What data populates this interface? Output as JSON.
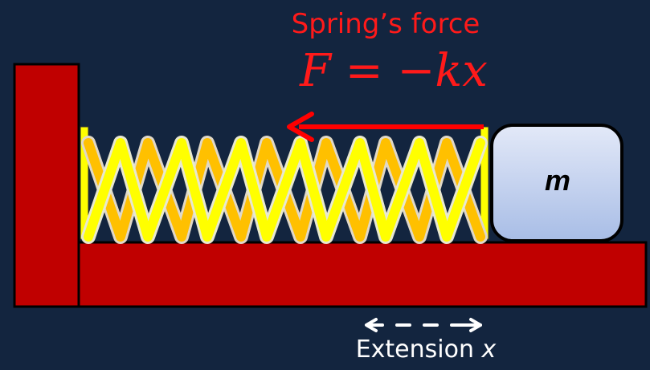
{
  "force": {
    "title": "Spring’s force",
    "equation": "F = −kx"
  },
  "mass": {
    "label": "m"
  },
  "extension": {
    "label": "Extension",
    "variable": "x"
  },
  "colors": {
    "background": "#13253f",
    "wall": "#c00000",
    "spring_front": "#ffff00",
    "spring_back": "#ffc000",
    "arrow": "#ff0000",
    "block": "#c5d3ef"
  },
  "icons": [
    "force-arrow-left-icon",
    "extension-double-arrow-icon"
  ]
}
